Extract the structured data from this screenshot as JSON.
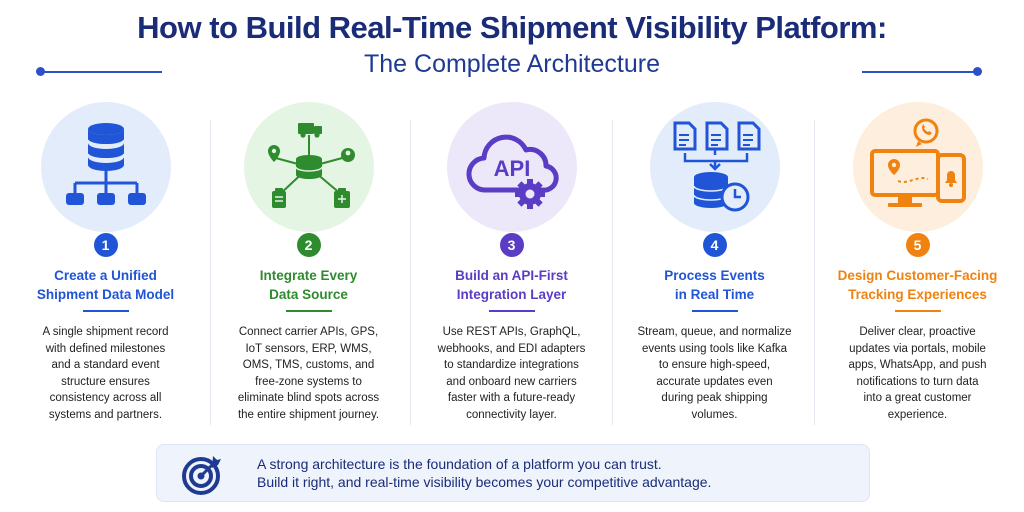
{
  "header": {
    "title": "How to Build Real-Time Shipment Visibility Platform:",
    "subtitle": "The Complete Architecture"
  },
  "steps": [
    {
      "number": "1",
      "title": [
        "Create a Unified",
        "Shipment Data Model"
      ],
      "color": "#1f55d6",
      "icon": "database-hierarchy-icon",
      "description": [
        "A single shipment record",
        "with defined milestones",
        "and a standard event",
        "structure ensures",
        "consistency across all",
        "systems and partners."
      ]
    },
    {
      "number": "2",
      "title": [
        "Integrate Every",
        "Data Source"
      ],
      "color": "#2e8b2e",
      "icon": "data-hub-network-icon",
      "description": [
        "Connect carrier APIs, GPS,",
        "IoT sensors, ERP, WMS,",
        "OMS, TMS, customs, and",
        "free-zone systems to",
        "eliminate blind spots across",
        "the entire shipment journey."
      ]
    },
    {
      "number": "3",
      "title": [
        "Build an API-First",
        "Integration Layer"
      ],
      "color": "#5b3cc4",
      "icon": "api-cloud-gear-icon",
      "description": [
        "Use REST APIs, GraphQL,",
        "webhooks, and EDI adapters",
        "to standardize integrations",
        "and onboard new carriers",
        "faster with a future-ready",
        "connectivity layer."
      ]
    },
    {
      "number": "4",
      "title": [
        "Process Events",
        "in Real Time"
      ],
      "color": "#1f55d6",
      "icon": "documents-database-clock-icon",
      "description": [
        "Stream, queue, and normalize",
        "events using tools like Kafka",
        "to ensure high-speed,",
        "accurate updates even",
        "during peak shipping",
        "volumes."
      ]
    },
    {
      "number": "5",
      "title": [
        "Design Customer-Facing",
        "Tracking Experiences"
      ],
      "color": "#f0820f",
      "icon": "monitor-phone-tracking-icon",
      "description": [
        "Deliver clear, proactive",
        "updates via portals, mobile",
        "apps, WhatsApp, and push",
        "notifications to turn data",
        "into a great customer",
        "experience."
      ]
    }
  ],
  "banner": {
    "icon": "target-arrow-icon",
    "lines": [
      "A strong architecture is the foundation of a platform you can trust.",
      "Build it right, and real-time visibility becomes your competitive advantage."
    ]
  }
}
